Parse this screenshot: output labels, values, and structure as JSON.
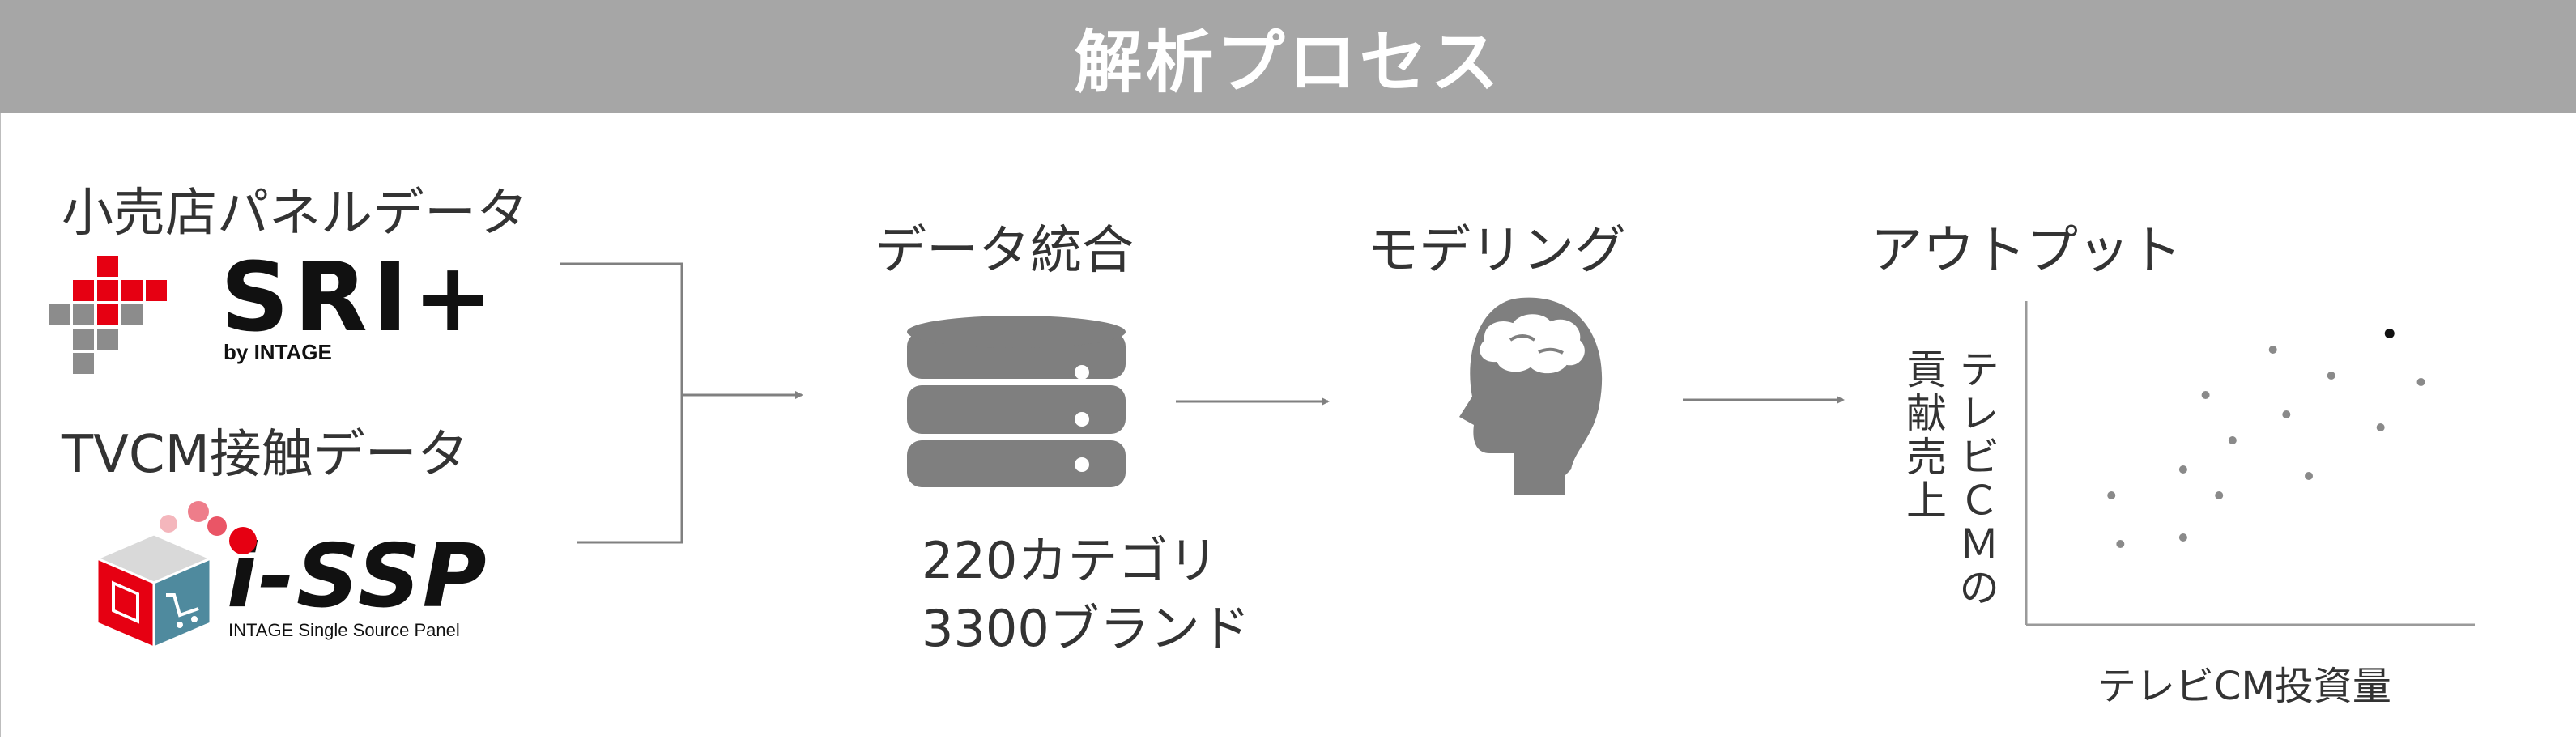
{
  "title": "解析プロセス",
  "inputs": {
    "retail_panel": "小売店パネルデータ",
    "sri_logo": "SRI+",
    "sri_by": "by INTAGE",
    "tvcm": "TVCM接触データ",
    "issp_logo": "i-SSP",
    "issp_sub": "INTAGE Single Source Panel"
  },
  "steps": {
    "integration": "データ統合",
    "categories": "220カテゴリ",
    "brands": "3300ブランド",
    "modeling": "モデリング",
    "output": "アウトプット"
  },
  "chart": {
    "y_label": [
      "テレビＣＭの",
      "貢献売上"
    ],
    "x_label": "テレビCM投資量"
  },
  "colors": {
    "title_bar": "#a6a6a6",
    "icon_gray": "#7f7f7f",
    "connector": "#808080",
    "sri_red": "#e60012",
    "sri_gray": "#8c8c8c"
  },
  "chart_data": {
    "type": "scatter",
    "xlabel": "テレビCM投資量",
    "ylabel": "テレビＣＭの貢献売上",
    "points": [
      [
        0.19,
        0.4
      ],
      [
        0.21,
        0.25
      ],
      [
        0.35,
        0.48
      ],
      [
        0.35,
        0.27
      ],
      [
        0.4,
        0.71
      ],
      [
        0.43,
        0.4
      ],
      [
        0.46,
        0.57
      ],
      [
        0.55,
        0.85
      ],
      [
        0.58,
        0.65
      ],
      [
        0.63,
        0.46
      ],
      [
        0.68,
        0.77
      ],
      [
        0.79,
        0.61
      ],
      [
        0.81,
        0.9
      ],
      [
        0.88,
        0.75
      ]
    ],
    "highlight": [
      0.81,
      0.9
    ],
    "grid": false
  }
}
